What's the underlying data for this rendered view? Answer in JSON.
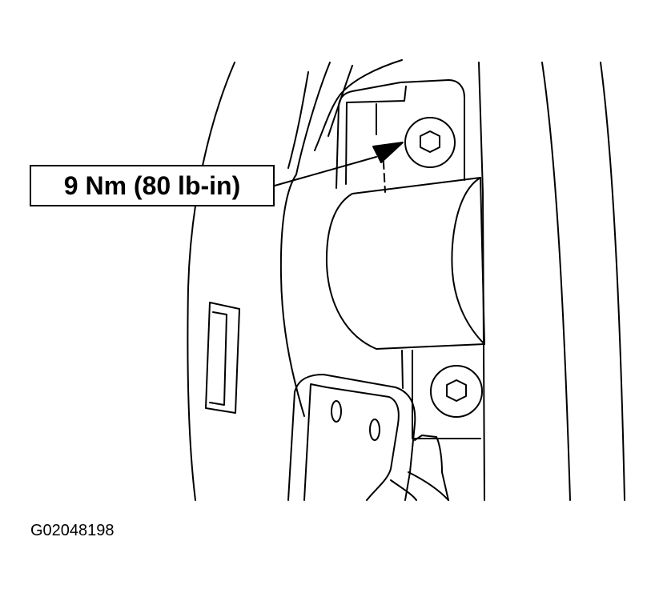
{
  "callout": {
    "torque_label": "9 Nm (80 lb-in)"
  },
  "figure": {
    "id": "G02048198"
  },
  "parts": {
    "bolts": [
      "hex-bolt-upper",
      "hex-bolt-lower"
    ],
    "illustration": "mounting-bracket-assembly"
  }
}
